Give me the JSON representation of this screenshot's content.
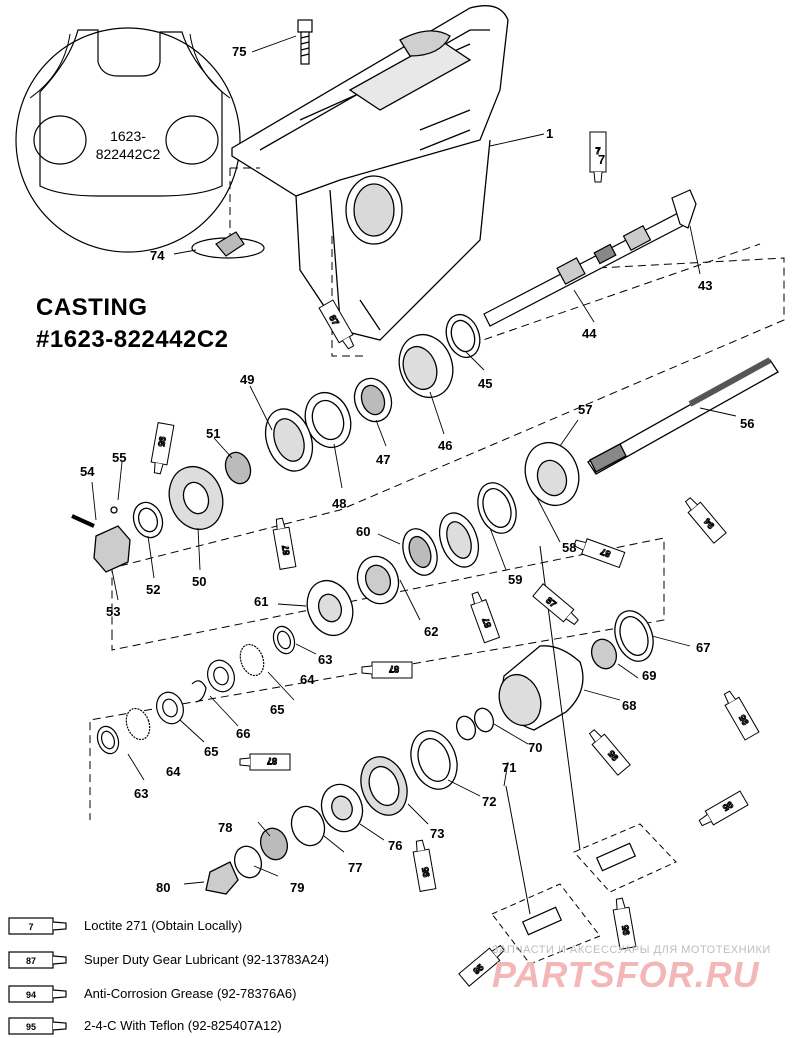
{
  "casting": {
    "title_line1": "CASTING",
    "title_line2": "#1623-822442C2",
    "stamp_line1": "1623-",
    "stamp_line2": "822442C2"
  },
  "part_numbers": [
    "75",
    "1",
    "7",
    "43",
    "44",
    "74",
    "87",
    "45",
    "49",
    "46",
    "47",
    "48",
    "56",
    "57",
    "95",
    "51",
    "55",
    "54",
    "52",
    "50",
    "53",
    "58",
    "60",
    "59",
    "61",
    "62",
    "63",
    "64",
    "67",
    "69",
    "68",
    "65",
    "66",
    "70",
    "71",
    "72",
    "73",
    "76",
    "77",
    "78",
    "79",
    "80"
  ],
  "tube_codes": [
    "7",
    "87",
    "94",
    "95"
  ],
  "legend": [
    {
      "code": "7",
      "text": "Loctite 271 (Obtain Locally)"
    },
    {
      "code": "87",
      "text": "Super Duty Gear Lubricant (92-13783A24)"
    },
    {
      "code": "94",
      "text": "Anti-Corrosion Grease (92-78376A6)"
    },
    {
      "code": "95",
      "text": "2-4-C  With Teflon (92-825407A12)"
    }
  ],
  "watermark": {
    "small": "ЗАПЧАСТИ И АКСЕССУАРЫ ДЛЯ МОТОТЕХНИКИ",
    "big": "PARTSFOR.RU"
  }
}
